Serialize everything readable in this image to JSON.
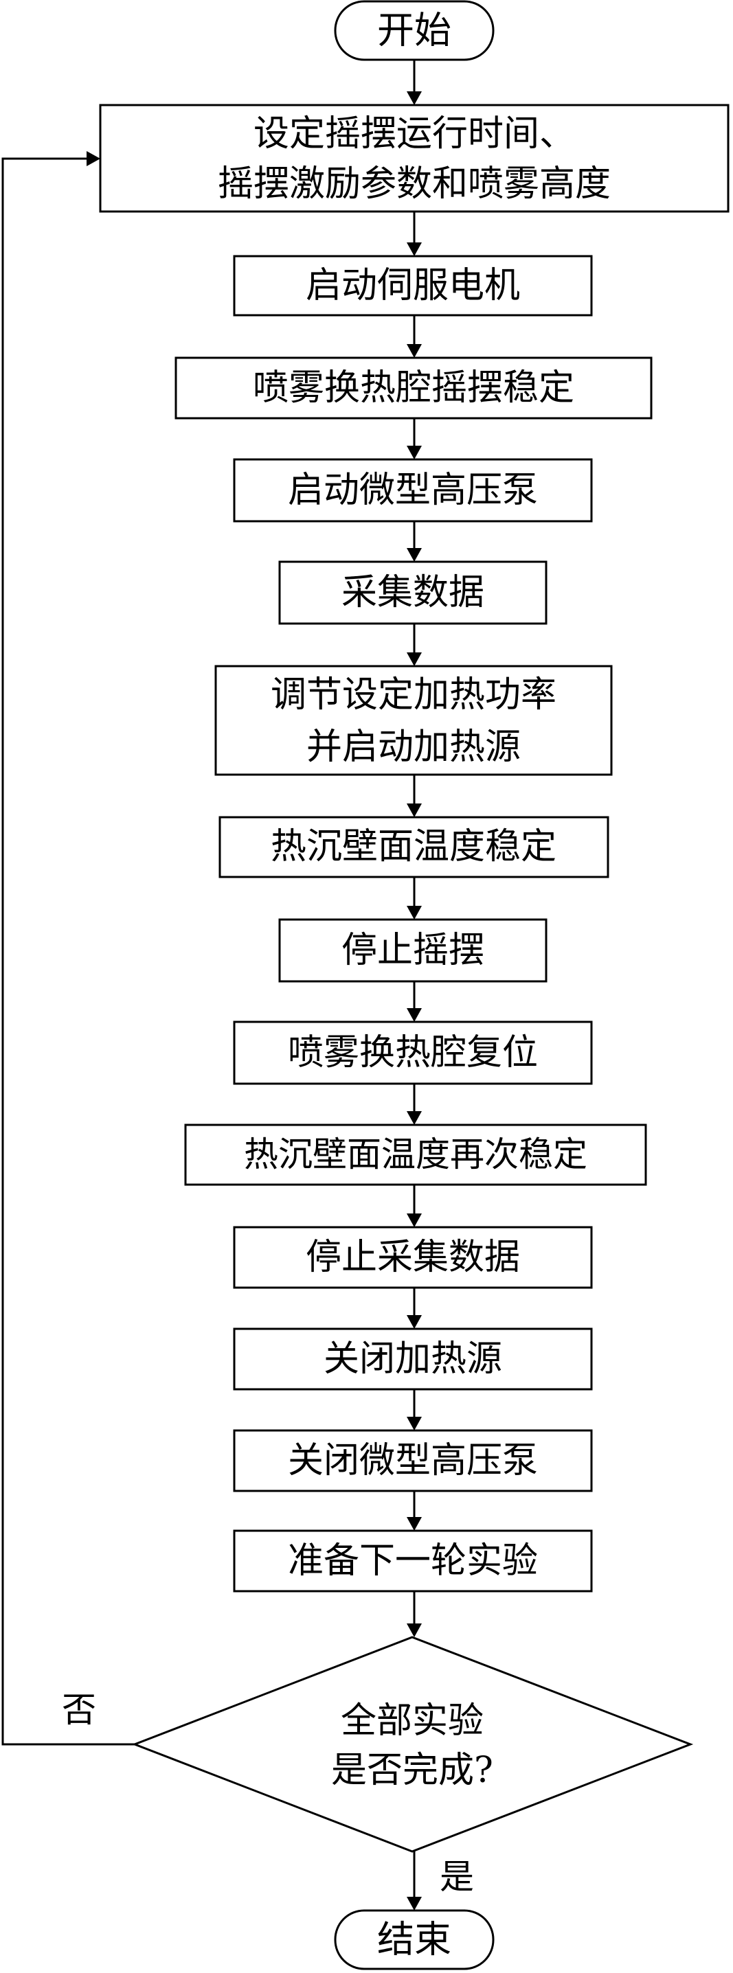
{
  "flowchart": {
    "start": "开始",
    "steps": [
      [
        "设定摇摆运行时间、",
        "摇摆激励参数和喷雾高度"
      ],
      [
        "启动伺服电机"
      ],
      [
        "喷雾换热腔摇摆稳定"
      ],
      [
        "启动微型高压泵"
      ],
      [
        "采集数据"
      ],
      [
        "调节设定加热功率",
        "并启动加热源"
      ],
      [
        "热沉壁面温度稳定"
      ],
      [
        "停止摇摆"
      ],
      [
        "喷雾换热腔复位"
      ],
      [
        "热沉壁面温度再次稳定"
      ],
      [
        "停止采集数据"
      ],
      [
        "关闭加热源"
      ],
      [
        "关闭微型高压泵"
      ],
      [
        "准备下一轮实验"
      ]
    ],
    "decision": [
      "全部实验",
      "是否完成?"
    ],
    "yes_label": "是",
    "no_label": "否",
    "end": "结束"
  }
}
